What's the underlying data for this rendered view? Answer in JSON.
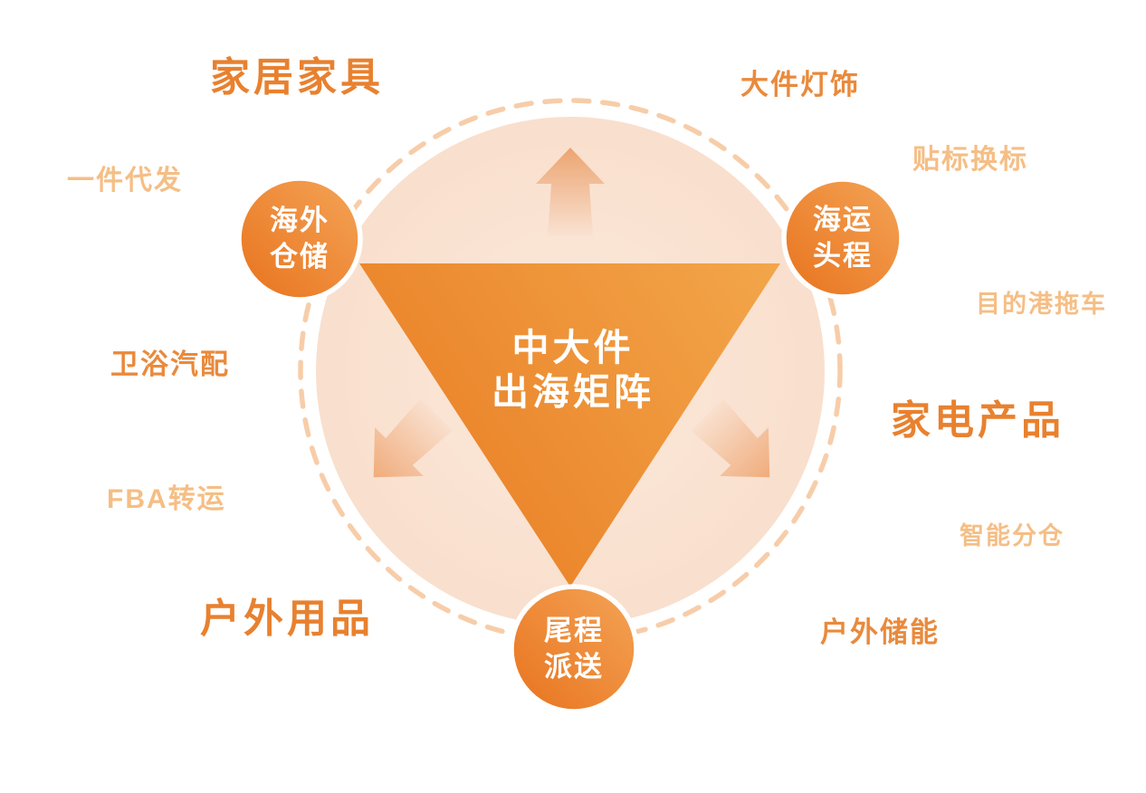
{
  "background": "#FFFFFF",
  "colors": {
    "primary_label": "#E8812F",
    "secondary_label": "#E98A3C",
    "tertiary_label": "#F5BE85",
    "triangle_gradient_start": "#E87B22",
    "triangle_gradient_end": "#F3A64A",
    "node_gradient_start": "#E8731D",
    "node_gradient_end": "#F4A457",
    "disc_fill": "#FAE2D1",
    "dashed_ring": "#F7CDA9",
    "node_text": "#FFFFFF",
    "center_text": "#FFFFFF"
  },
  "center": {
    "line1": "中大件",
    "line2": "出海矩阵"
  },
  "nodes": [
    {
      "name": "overseas-warehousing",
      "line1": "海外",
      "line2": "仓储"
    },
    {
      "name": "sea-freight-first-leg",
      "line1": "海运",
      "line2": "头程"
    },
    {
      "name": "last-mile-delivery",
      "line1": "尾程",
      "line2": "派送"
    }
  ],
  "labels": [
    {
      "text": "家居家具",
      "tier": "primary"
    },
    {
      "text": "大件灯饰",
      "tier": "secondary"
    },
    {
      "text": "贴标换标",
      "tier": "tertiary"
    },
    {
      "text": "一件代发",
      "tier": "tertiary"
    },
    {
      "text": "目的港拖车",
      "tier": "tertiary"
    },
    {
      "text": "卫浴汽配",
      "tier": "secondary"
    },
    {
      "text": "家电产品",
      "tier": "primary"
    },
    {
      "text": "FBA转运",
      "tier": "tertiary"
    },
    {
      "text": "智能分仓",
      "tier": "tertiary"
    },
    {
      "text": "户外用品",
      "tier": "primary"
    },
    {
      "text": "户外储能",
      "tier": "secondary"
    }
  ],
  "icons": [
    {
      "name": "arrow-up-icon"
    },
    {
      "name": "arrow-down-left-icon"
    },
    {
      "name": "arrow-down-right-icon"
    }
  ]
}
